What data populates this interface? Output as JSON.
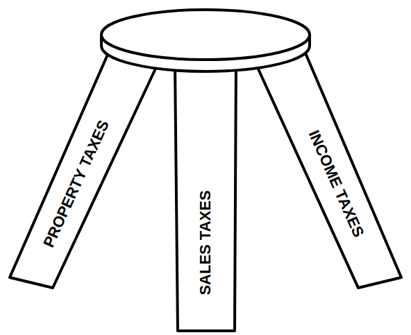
{
  "diagram": {
    "nodes": [
      {
        "text": [
          "PROPERTY TAXES"
        ]
      },
      {
        "text": [
          "SALES TAXES"
        ]
      },
      {
        "text": [
          "INCOME TAXES"
        ]
      }
    ]
  }
}
